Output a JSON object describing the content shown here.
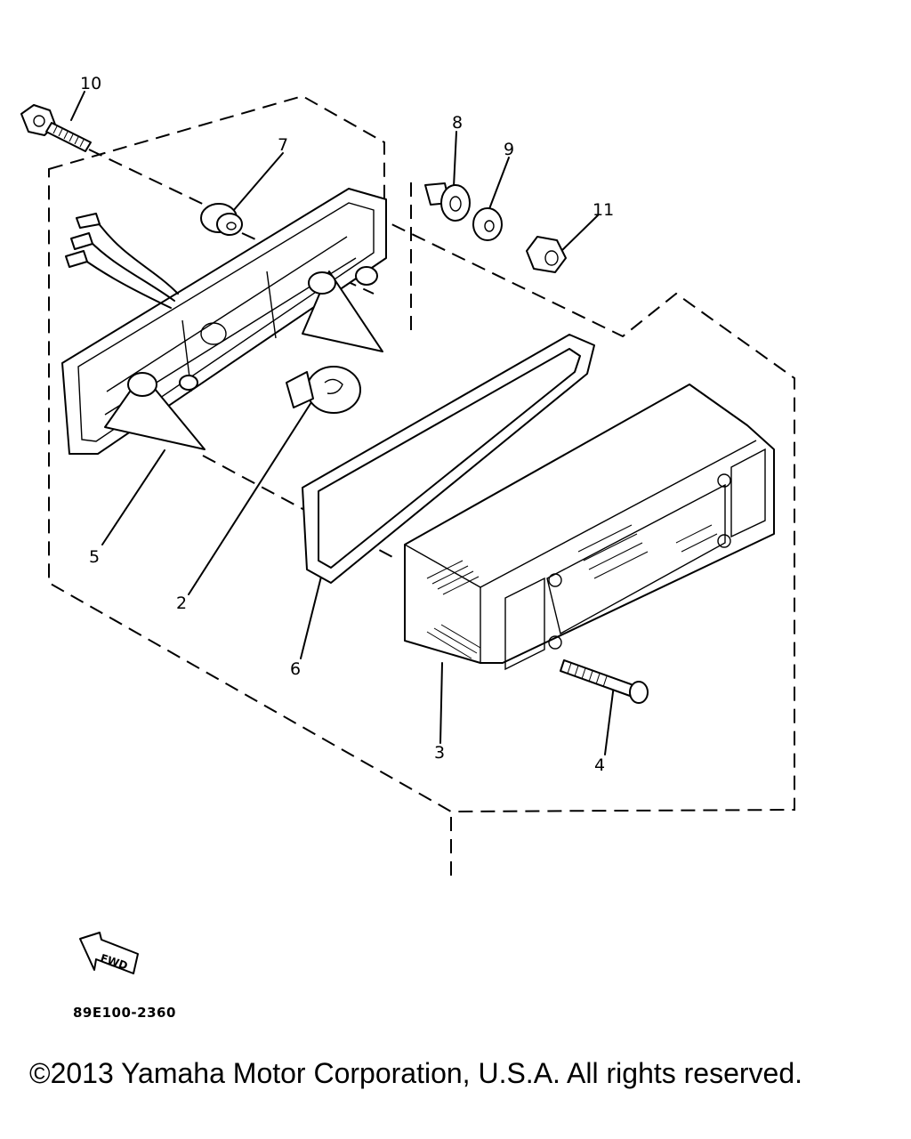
{
  "diagram": {
    "part_numbers": [
      "10",
      "7",
      "8",
      "9",
      "11",
      "5",
      "2",
      "6",
      "3",
      "4"
    ],
    "fwd_label": "FWD"
  },
  "footer": {
    "diagram_code": "89E100-2360",
    "copyright": "©2013 Yamaha Motor Corporation, U.S.A. All rights reserved."
  }
}
